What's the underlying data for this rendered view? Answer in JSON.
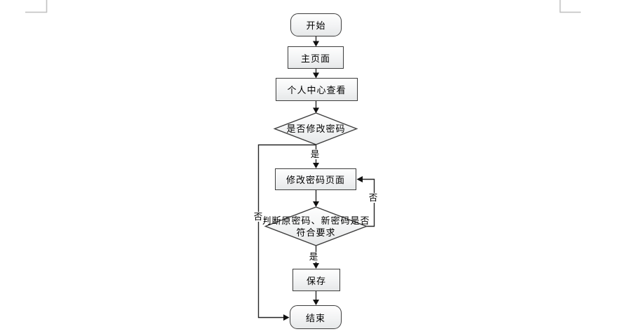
{
  "document": {
    "background": "#ffffff"
  },
  "colors": {
    "node_border": "#3d3d3d",
    "node_fill_top": "#fefefe",
    "node_fill_bottom": "#e6e8e9",
    "connector": "#262626",
    "arrowhead": "#111111",
    "crop_mark": "#c2c2c2",
    "text": "#000000"
  },
  "flowchart": {
    "nodes": [
      {
        "id": "start",
        "type": "terminator",
        "label": "开始"
      },
      {
        "id": "main-page",
        "type": "process",
        "label": "主页面"
      },
      {
        "id": "personal-center",
        "type": "process",
        "label": "个人中心查看"
      },
      {
        "id": "modify-decision",
        "type": "decision",
        "label": "是否修改密码"
      },
      {
        "id": "modify-page",
        "type": "process",
        "label": "修改密码页面"
      },
      {
        "id": "validate-decision",
        "type": "decision",
        "label_line1": "判断原密码、新密码是否",
        "label_line2": "符合要求"
      },
      {
        "id": "save",
        "type": "process",
        "label": "保存"
      },
      {
        "id": "end",
        "type": "terminator",
        "label": "结束"
      }
    ],
    "edge_labels": {
      "yes1": "是",
      "yes2": "是",
      "no_left": "否",
      "no_right": "否"
    }
  }
}
